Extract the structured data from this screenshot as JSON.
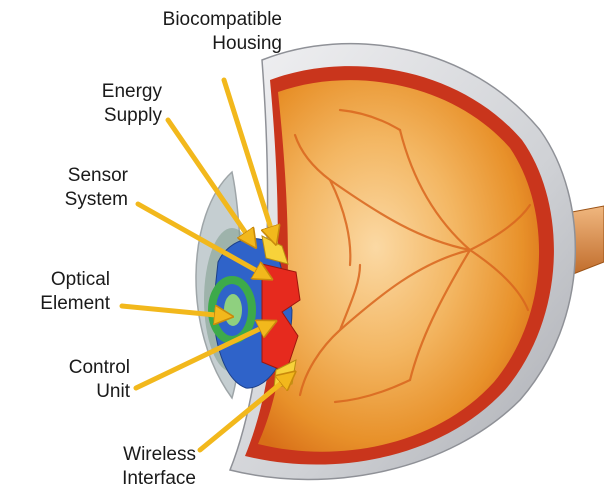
{
  "labels": {
    "housing": {
      "line1": "Biocompatible",
      "line2": "Housing"
    },
    "energy": {
      "line1": "Energy",
      "line2": "Supply"
    },
    "sensor": {
      "line1": "Sensor",
      "line2": "System"
    },
    "optical": {
      "line1": "Optical",
      "line2": "Element"
    },
    "control": {
      "line1": "Control",
      "line2": "Unit"
    },
    "wireless": {
      "line1": "Wireless",
      "line2": "Interface"
    }
  },
  "colors": {
    "arrow": "#f2b81c",
    "arrow_outline": "#c98a0c",
    "eyeball": "#f0a43a",
    "sclera": "#d9dadd",
    "implant_blue": "#2f63c9",
    "implant_green": "#3daa4a",
    "implant_red": "#e62a1e",
    "implant_yellow": "#f7d23a"
  }
}
